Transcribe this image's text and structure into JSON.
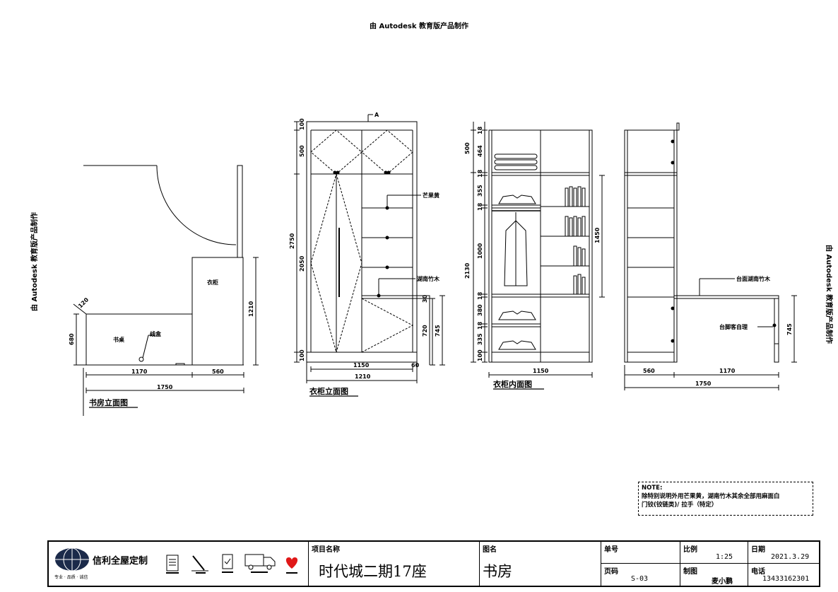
{
  "watermark": "由 Autodesk 教育版产品制作",
  "views": {
    "study": {
      "title": "书房立面图",
      "label_desk": "书桌",
      "label_cable": "线盒",
      "label_wardrobe": "衣柜",
      "dims": {
        "d1170": "1170",
        "d560": "560",
        "d1750": "1750",
        "d1210": "1210",
        "d680": "680",
        "d120": "120"
      }
    },
    "wardrobe": {
      "title": "衣柜立面图",
      "marker_a": "A",
      "label_mango": "芒果黄",
      "label_bamboo": "湖南竹木",
      "dims": {
        "d100top": "100",
        "d500": "500",
        "d2750": "2750",
        "d2050": "2050",
        "d100bot": "100",
        "d1150": "1150",
        "d1210": "1210",
        "d60": "60",
        "d30": "30",
        "d720": "720",
        "d745": "745"
      }
    },
    "interior": {
      "title": "衣柜内面图",
      "dims": {
        "d18a": "18",
        "d464": "464",
        "d500": "500",
        "d18b": "18",
        "d355": "355",
        "d18c": "18",
        "d1000": "1000",
        "d2130": "2130",
        "d18d": "18",
        "d380": "380",
        "d18e": "18",
        "d335": "335",
        "d100": "100",
        "d1150": "1150",
        "d1450": "1450"
      }
    },
    "side": {
      "label_desktop": "台面湖南竹木",
      "label_leg": "台脚客自理",
      "dims": {
        "d560": "560",
        "d1170": "1170",
        "d1750": "1750",
        "d745": "745"
      }
    }
  },
  "note": {
    "head": "NOTE:",
    "line1": "除特别说明外用芒果黄，湖南竹木其余全部用麻面白",
    "line2": "门铰(铰链类)/ 拉手（特定）"
  },
  "title_block": {
    "brand": "信利全屋定制",
    "brand_sub": "专业 · 品质 · 诚信",
    "project_label": "项目名称",
    "project_value": "时代城二期17座",
    "drawing_label": "图名",
    "drawing_value": "书房",
    "order_label": "单号",
    "order_value": "",
    "page_label": "页码",
    "page_value": "S-03",
    "scale_label": "比例",
    "scale_value": "1:25",
    "drafter_label": "制图",
    "drafter_value": "麦小鹏",
    "date_label": "日期",
    "date_value": "2021.3.29",
    "phone_label": "电话",
    "phone_value": "13433162301"
  },
  "colors": {
    "line": "#000000",
    "heart": "#e01818",
    "logo": "#1b2a4a"
  }
}
